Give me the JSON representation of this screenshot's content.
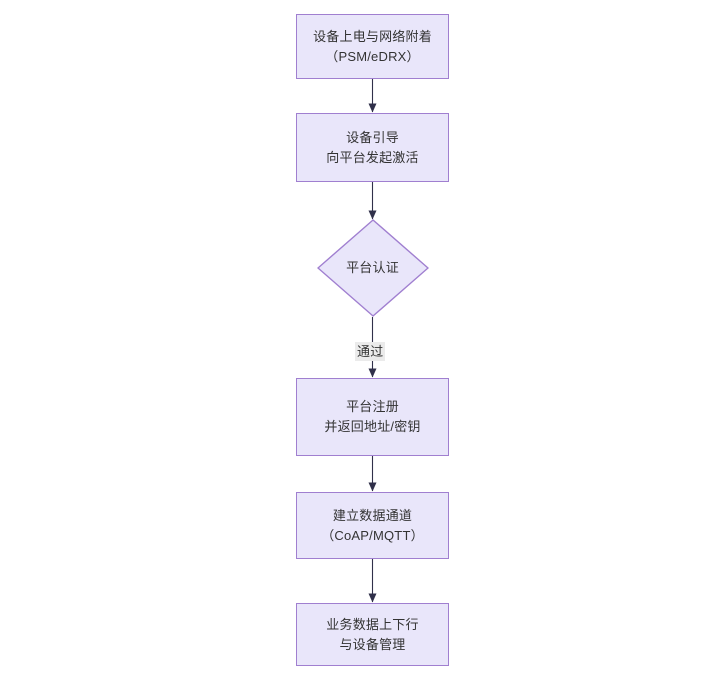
{
  "diagram": {
    "type": "flowchart",
    "orientation": "top-to-bottom",
    "background_color": "#ffffff",
    "node_fill_color": "#e9e6fa",
    "node_border_color": "#a07fd0",
    "connector_color": "#30304a",
    "text_color": "#333333",
    "edge_label_background": "#ebebeb",
    "nodes": [
      {
        "id": "n1",
        "shape": "rectangle",
        "line1": "设备上电与网络附着",
        "line2": "（PSM/eDRX）"
      },
      {
        "id": "n2",
        "shape": "rectangle",
        "line1": "设备引导",
        "line2": "向平台发起激活"
      },
      {
        "id": "n3",
        "shape": "diamond",
        "line1": "平台认证",
        "line2": ""
      },
      {
        "id": "n4",
        "shape": "rectangle",
        "line1": "平台注册",
        "line2": "并返回地址/密钥"
      },
      {
        "id": "n5",
        "shape": "rectangle",
        "line1": "建立数据通道",
        "line2": "（CoAP/MQTT）"
      },
      {
        "id": "n6",
        "shape": "rectangle",
        "line1": "业务数据上下行",
        "line2": "与设备管理"
      }
    ],
    "edges": [
      {
        "id": "e1",
        "from": "n1",
        "to": "n2",
        "label": ""
      },
      {
        "id": "e2",
        "from": "n2",
        "to": "n3",
        "label": ""
      },
      {
        "id": "e3",
        "from": "n3",
        "to": "n4",
        "label": "通过"
      },
      {
        "id": "e4",
        "from": "n4",
        "to": "n5",
        "label": ""
      },
      {
        "id": "e5",
        "from": "n5",
        "to": "n6",
        "label": ""
      }
    ]
  }
}
